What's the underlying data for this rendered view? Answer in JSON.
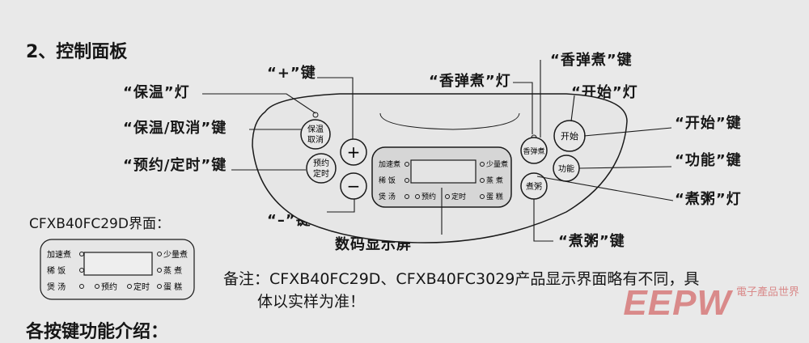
{
  "document": {
    "section_heading": "2、控制面板",
    "model_label": "CFXB40FC29D界面：",
    "note_line1": "备注：CFXB40FC29D、CFXB40FC3029产品显示界面略有不同，具",
    "note_line2": "体以实样为准！",
    "next_heading": "各按键功能介绍："
  },
  "callouts": {
    "plus_key": "“+”键",
    "keep_warm_light": "“保温”灯",
    "keep_warm_cancel_key": "“保温/取消”键",
    "preset_timer_key": "“预约/定时”键",
    "minus_key": "“–”键",
    "display_screen": "数码显示屏",
    "fragrant_rice_light": "“香弹煮”灯",
    "fragrant_rice_key": "“香弹煮”键",
    "start_light": "“开始”灯",
    "start_key": "“开始”键",
    "function_key": "“功能”键",
    "congee_light": "“煮粥”灯",
    "congee_key": "“煮粥”键"
  },
  "panel": {
    "keep_warm_button": [
      "保温",
      "取消"
    ],
    "preset_button": [
      "预约",
      "定时"
    ],
    "plus": "+",
    "minus": "−",
    "fragrant_button": "香弹煮",
    "congee_button": "煮粥",
    "start_button": "开始",
    "function_button": "功能",
    "display_left": [
      "加速煮",
      "稀 饭",
      "煲 汤"
    ],
    "display_right": [
      "少量煮",
      "蒸 煮",
      "蛋 糕"
    ],
    "display_bottom": [
      "预约",
      "定时"
    ]
  },
  "mini_panel": {
    "left": [
      "加速煮",
      "稀 饭",
      "煲 汤"
    ],
    "right": [
      "少量煮",
      "蒸 煮",
      "蛋 糕"
    ],
    "bottom": [
      "预约",
      "定时"
    ]
  },
  "watermark": {
    "brand": "EEPW",
    "sub": "電子產品世界"
  },
  "colors": {
    "line": "#1a1a1a",
    "panel_fill": "#e6e6e6",
    "display_fill": "#d6d6d6",
    "watermark": "#d98a8a"
  }
}
